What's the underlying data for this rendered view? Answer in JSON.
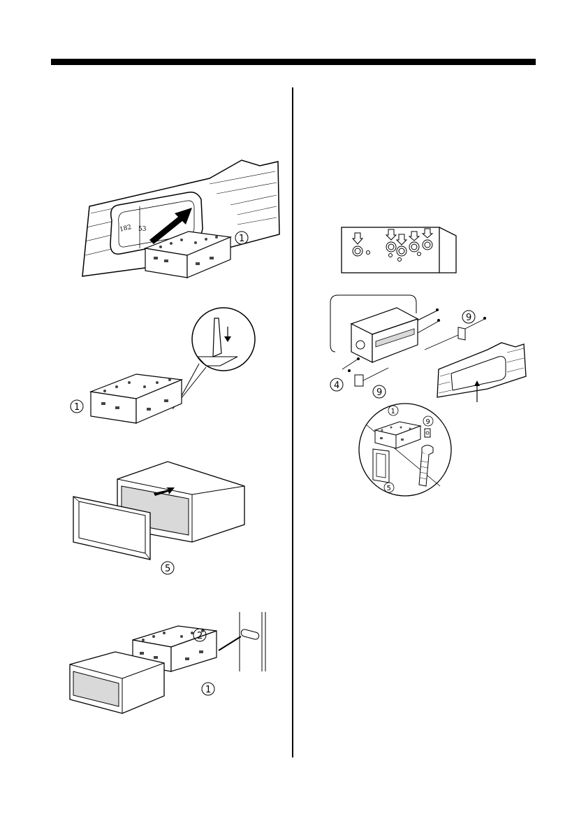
{
  "colors": {
    "ink": "#000000",
    "paper": "#ffffff",
    "shade": "#d9d9d9"
  },
  "fig1": {
    "dim_length": "182",
    "dim_height": "53",
    "callout": "1"
  },
  "fig2": {
    "callout": "1"
  },
  "fig3": {
    "callout": "5"
  },
  "fig4": {
    "callout_screw": "2",
    "callout_sleeve": "1"
  },
  "fig5": {
    "callout_bracket_top": "9",
    "callout_bracket_bottom": "9",
    "callout_screw": "4"
  },
  "fig6": {
    "callout_sleeve": "1",
    "callout_bracket": "9",
    "callout_frame": "5"
  }
}
